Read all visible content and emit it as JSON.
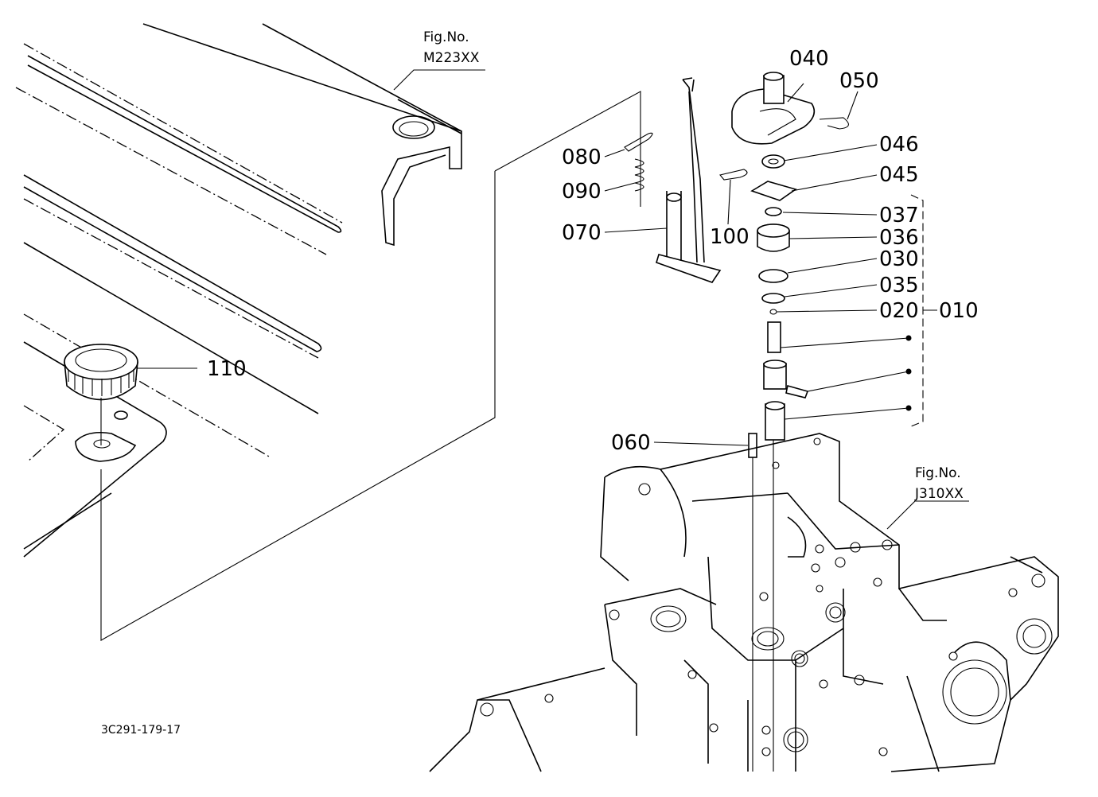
{
  "figure_refs": [
    {
      "line1": "Fig.No.",
      "line2": "M223XX"
    },
    {
      "line1": "Fig.No.",
      "line2": "J310XX"
    }
  ],
  "callouts": {
    "c040": "040",
    "c050": "050",
    "c046": "046",
    "c045": "045",
    "c037": "037",
    "c036": "036",
    "c030": "030",
    "c035": "035",
    "c020": "020",
    "c010": "010",
    "c080": "080",
    "c090": "090",
    "c070": "070",
    "c100": "100",
    "c110": "110",
    "c060": "060"
  },
  "drawing_code": "3C291-179-17"
}
